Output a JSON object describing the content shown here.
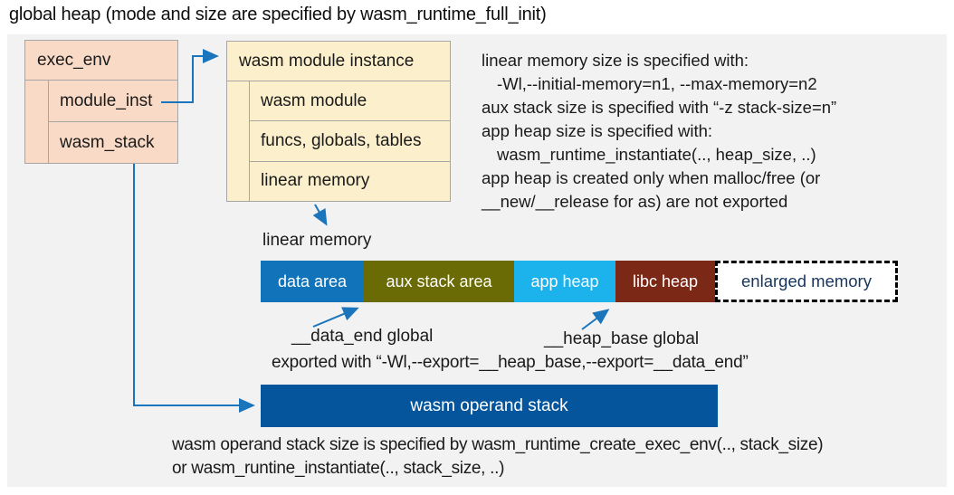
{
  "title": "global heap (mode and size are specified by wasm_runtime_full_init)",
  "exec_env_box": {
    "header": "exec_env",
    "rows": [
      "module_inst",
      "wasm_stack"
    ]
  },
  "module_instance_box": {
    "header": "wasm module instance",
    "rows": [
      "wasm module",
      "funcs, globals, tables",
      "linear memory"
    ]
  },
  "notes": {
    "lines": [
      "linear memory size is specified with:",
      "-Wl,--initial-memory=n1, --max-memory=n2",
      "aux stack size is specified with “-z stack-size=n”",
      "app heap size is specified with:",
      "wasm_runtime_instantiate(.., heap_size, ..)",
      "app heap is created only when malloc/free (or",
      "__new/__release for as) are not exported"
    ]
  },
  "linear_memory": {
    "label": "linear memory",
    "segments": [
      {
        "label": "data area",
        "color": "#1173b9",
        "text_color": "#ffffff"
      },
      {
        "label": "aux stack area",
        "color": "#6a6b04",
        "text_color": "#ffffff"
      },
      {
        "label": "app heap",
        "color": "#1cb2ec",
        "text_color": "#ffffff"
      },
      {
        "label": "libc heap",
        "color": "#7c2817",
        "text_color": "#ffffff"
      },
      {
        "label": "enlarged memory",
        "color": "#ffffff",
        "text_color": "#17365d",
        "border": "dashed-black"
      }
    ],
    "annotations": {
      "data_end": "__data_end global",
      "heap_base": "__heap_base global",
      "exported": "exported with “-Wl,--export=__heap_base,--export=__data_end”"
    }
  },
  "operand_stack": {
    "label": "wasm operand stack",
    "color": "#04559b"
  },
  "footer": {
    "lines": [
      "wasm operand stack size is specified by wasm_runtime_create_exec_env(.., stack_size)",
      "or wasm_runtine_instantiate(.., stack_size, ..)"
    ]
  },
  "colors": {
    "panel_background": "#f2f2f2",
    "exec_env_fill": "#f9dac7",
    "module_instance_fill": "#fcefcc",
    "box_border": "#a6a6a6",
    "connector_blue": "#1b75bc"
  }
}
